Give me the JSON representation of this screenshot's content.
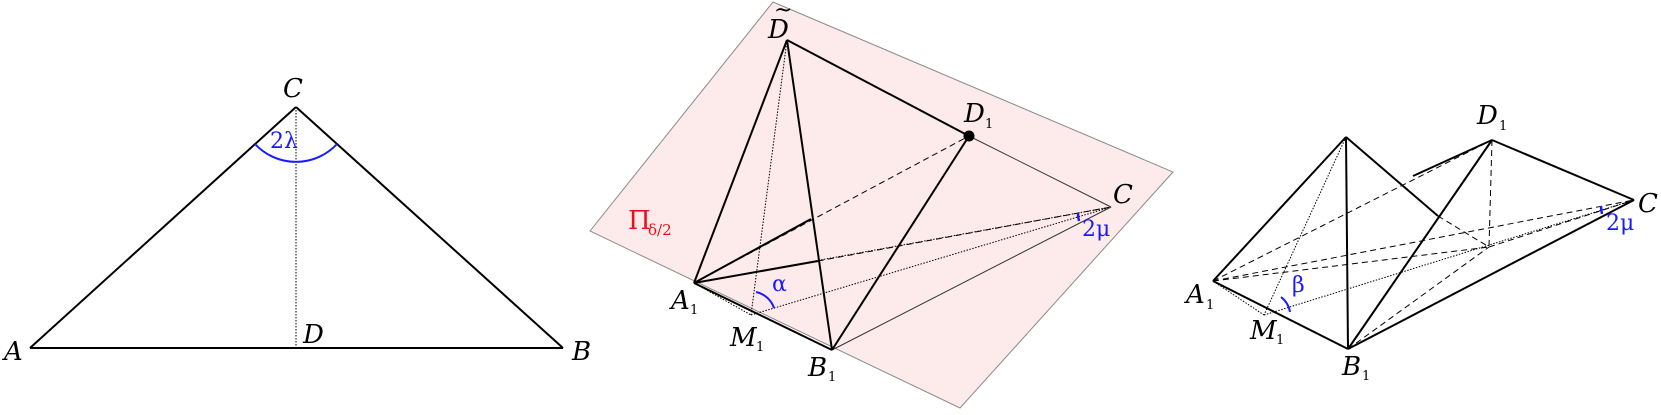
{
  "figures": [
    {
      "id": "triangle",
      "points": {
        "A": "A",
        "B": "B",
        "C": "C",
        "D": "D"
      },
      "angle_label": "2λ"
    },
    {
      "id": "tetrahedron-plane",
      "plane_label": "Π",
      "plane_subscript": "δ/2",
      "points": {
        "Dtilde": "D",
        "Dtilde_accent": "~",
        "D1": "D",
        "C": "C",
        "A1": "A",
        "M1": "M",
        "B1": "B"
      },
      "subscript": "1",
      "angle_alpha": "α",
      "angle_mu": "2μ"
    },
    {
      "id": "tetrahedron-right",
      "points": {
        "D1": "D",
        "C": "C",
        "A1": "A",
        "M1": "M",
        "B1": "B"
      },
      "subscript": "1",
      "angle_beta": "β",
      "angle_mu": "2μ"
    }
  ],
  "colors": {
    "line": "#000000",
    "angle_arc": "#1a1aff",
    "plane_fill": "#fdeaea",
    "plane_edge": "#8a8a8a",
    "plane_label": "#e8101a"
  }
}
